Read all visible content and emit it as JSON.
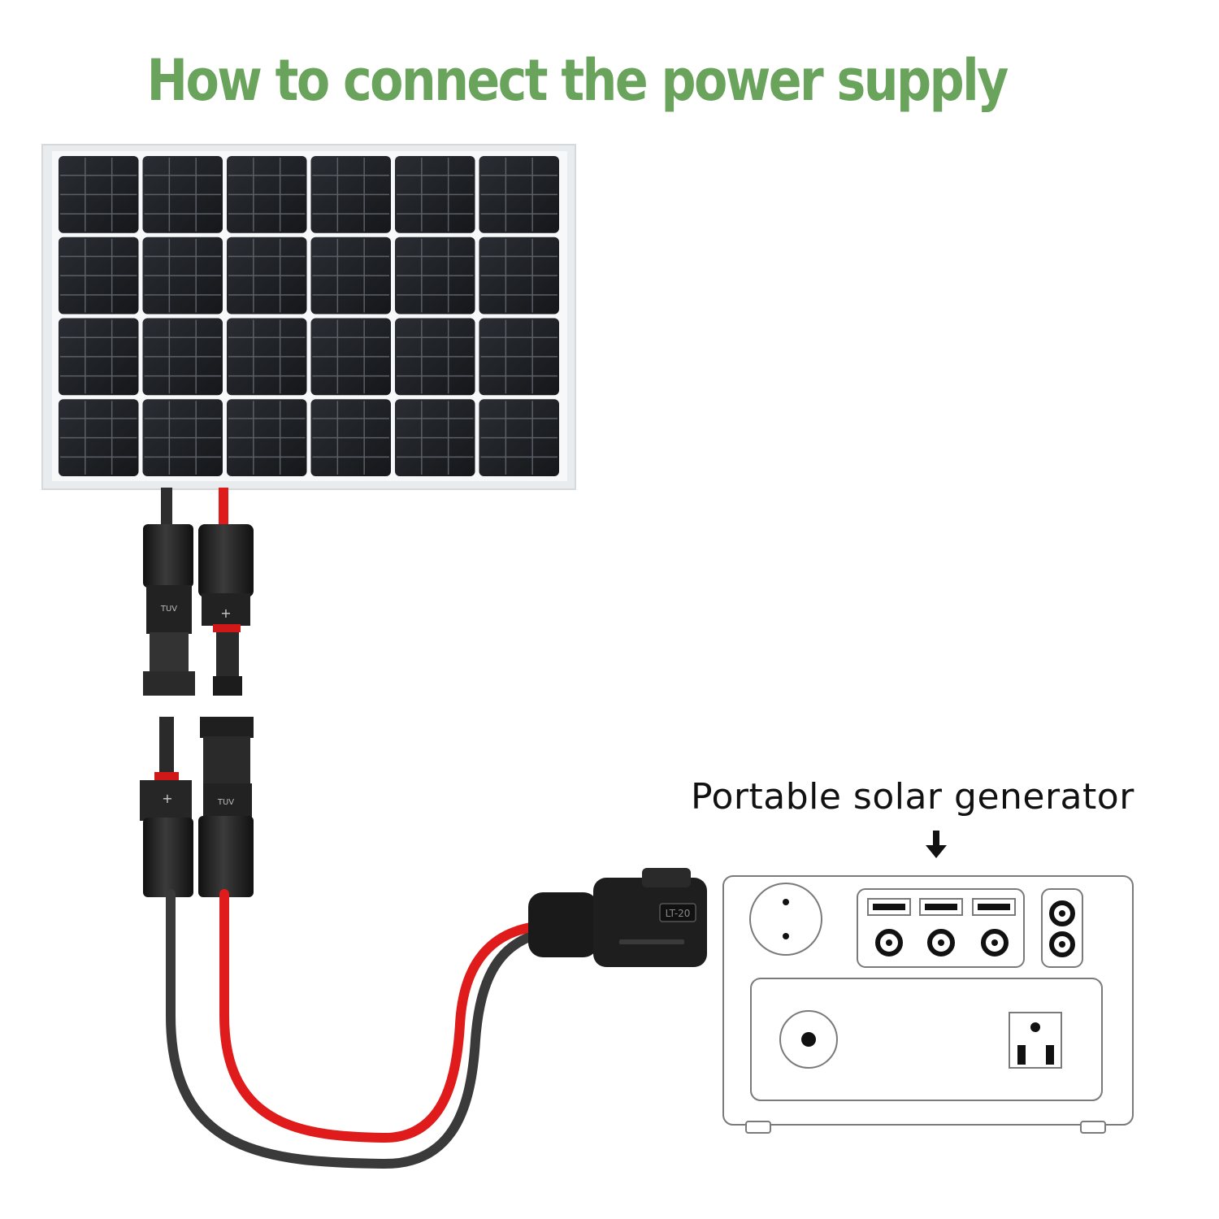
{
  "title": "How to connect the power supply",
  "generator_label": "Portable solar generator",
  "connector_marks": {
    "tuv": "TUV",
    "plus": "+",
    "plug_code": "LT-20"
  },
  "colors": {
    "title": "#6aa45c",
    "panel_frame": "#eceff1",
    "panel_cell": "#1e2024",
    "wire_red": "#e01b1b",
    "wire_black": "#3a3a3a",
    "connector": "#262626",
    "outline": "#7a7a7a"
  },
  "icons": {
    "arrow": "down-arrow-icon",
    "ac_outlet_round": "round-outlet-icon",
    "ac_outlet_us": "us-outlet-icon",
    "usb": "usb-port-icon",
    "dc": "dc-port-icon"
  }
}
